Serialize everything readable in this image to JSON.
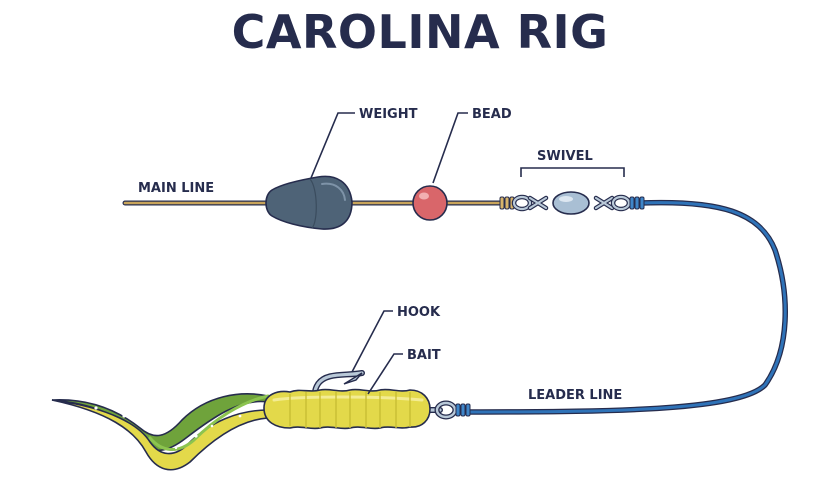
{
  "title": "CAROLINA RIG",
  "labels": {
    "main_line": "MAIN LINE",
    "weight": "WEIGHT",
    "bead": "BEAD",
    "swivel": "SWIVEL",
    "hook": "HOOK",
    "bait": "BAIT",
    "leader_line": "LEADER LINE"
  },
  "colors": {
    "title": "#262c4d",
    "main_line": "#c8a45a",
    "leader_line": "#2f73b8",
    "weight": "#4e6377",
    "bead": "#d9666a",
    "swivel": "#a9bfd4",
    "bait_body": "#e3d94a",
    "bait_tail": "#6fa33b",
    "outline": "#262c4d"
  }
}
